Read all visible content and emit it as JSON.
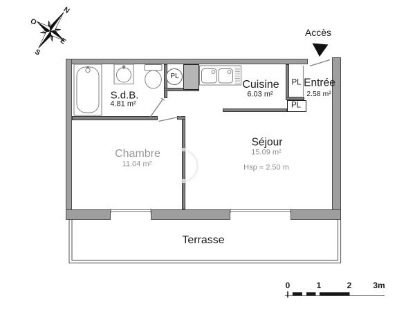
{
  "plan": {
    "access_label": "Accès",
    "compass": {
      "north": "N",
      "west": "O",
      "east": "E",
      "south": "S"
    },
    "rooms": {
      "bathroom": {
        "name": "S.d.B.",
        "area": "4.81 m²"
      },
      "kitchen": {
        "name": "Cuisine",
        "area": "6.03 m²"
      },
      "entrance": {
        "name": "Entrée",
        "area": "2.58 m²"
      },
      "bedroom": {
        "name": "Chambre",
        "area": "11.04 m²"
      },
      "living_room": {
        "name": "Séjour",
        "area": "15.09 m²",
        "ceiling_height": "Hsp = 2.50 m"
      },
      "terrace": {
        "name": "Terrasse"
      }
    },
    "closets": {
      "bathroom_pl": "PL",
      "entrance_pl": "PL",
      "living_pl": "PL"
    },
    "scale_bar": {
      "tick0": "0",
      "tick1": "1",
      "tick2": "2",
      "tick3": "3m"
    },
    "colors": {
      "exterior_wall": "#9e9e9e",
      "interior_wall": "#808080",
      "outline": "#4b4b4b",
      "text": "#1c1c1c",
      "faded_text": "#979797"
    }
  }
}
